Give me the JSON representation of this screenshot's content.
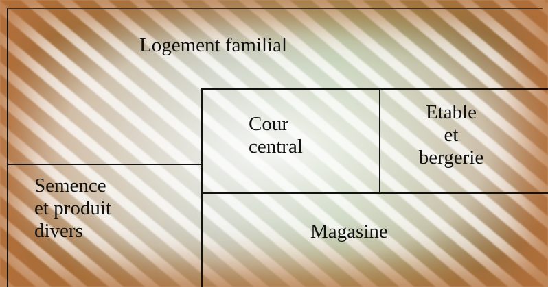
{
  "rooms": {
    "logement": "Logement familial",
    "cour": "Cour\ncentral",
    "etable": "Etable\net\nbergerie",
    "semence": "Semence\net produit\ndivers",
    "magasine": "Magasine"
  }
}
